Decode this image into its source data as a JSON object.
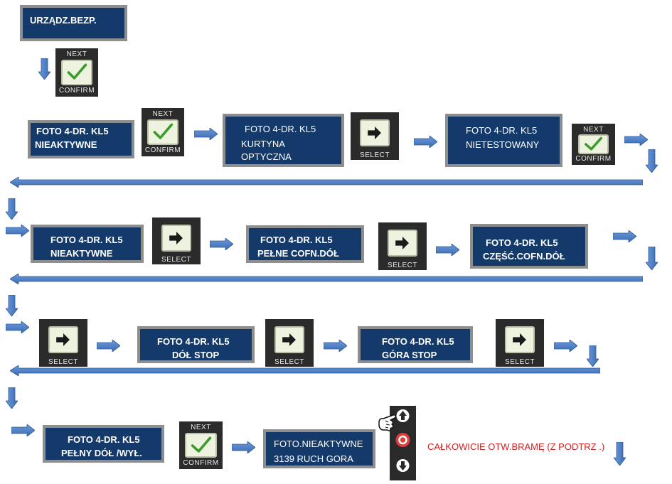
{
  "screens": {
    "s1": {
      "line1": "URZĄDZ.BEZP."
    },
    "s2": {
      "line1": "FOTO 4-DR. KL5",
      "line2": "NIEAKTYWNE"
    },
    "s3": {
      "line1": "FOTO 4-DR. KL5",
      "line2": "KURTYNA",
      "line3": "OPTYCZNA"
    },
    "s4": {
      "line1": "FOTO 4-DR. KL5",
      "line2": "NIETESTOWANY"
    },
    "s5": {
      "line1": "FOTO 4-DR. KL5",
      "line2": "NIEAKTYWNE"
    },
    "s6": {
      "line1": "FOTO 4-DR. KL5",
      "line2": "PEŁNE COFN.DÓŁ"
    },
    "s7": {
      "line1": "FOTO 4-DR. KL5",
      "line2": "CZĘŚĆ.COFN.DÓŁ"
    },
    "s8": {
      "line1": "FOTO 4-DR. KL5",
      "line2": "DÓŁ STOP"
    },
    "s9": {
      "line1": "FOTO 4-DR. KL5",
      "line2": "GÓRA STOP"
    },
    "s10": {
      "line1": "FOTO 4-DR. KL5",
      "line2": "PEŁNY DÓŁ /WYŁ."
    },
    "s11": {
      "line1": "FOTO.NIEAKTYWNE",
      "line2": "3139 RUCH GORA"
    }
  },
  "keys": {
    "next": "NEXT",
    "confirm": "CONFIRM",
    "select": "SELECT"
  },
  "note": "CAŁKOWICIE OTW.BRAMĘ (Z PODTRZ .)",
  "icons": {
    "confirm": "check-icon",
    "select": "arrow-right-icon",
    "remote_up": "arrow-up-icon",
    "remote_stop": "stop-icon",
    "remote_down": "arrow-down-icon",
    "hand": "pointing-hand-icon"
  },
  "colors": {
    "screen_bg": "#143a6b",
    "arrow": "#4a7fc1",
    "check": "#3a9a2a",
    "note": "#d42020"
  }
}
